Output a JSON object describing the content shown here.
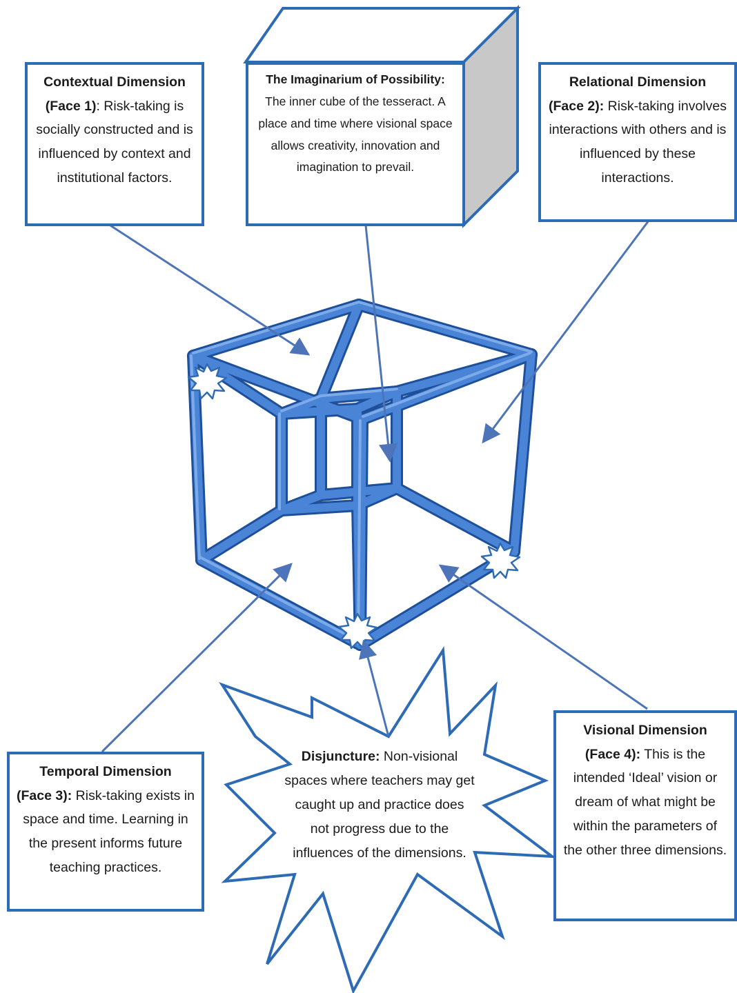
{
  "colors": {
    "box_border": "#2e6bb5",
    "arrow": "#4d74b8",
    "tesseract_light": "#86b1ec",
    "tesseract_mid": "#4a84d6",
    "tesseract_dark": "#1e4f9a",
    "star_outline": "#2e6bb5",
    "cube_side": "#c8c8c8"
  },
  "boxes": {
    "contextual": {
      "title": "Contextual Dimension",
      "face": "(Face 1)",
      "text": ": Risk-taking is socially constructed and is influenced by context and institutional factors."
    },
    "imaginarium": {
      "title": "The Imaginarium of Possibility:",
      "text": " The inner cube of the tesseract. A place and time where visional space allows creativity, innovation and imagination to prevail."
    },
    "relational": {
      "title": "Relational Dimension",
      "face": "(Face 2):",
      "text": "  Risk-taking involves interactions with others and is influenced by these interactions."
    },
    "temporal": {
      "title": "Temporal Dimension",
      "face": "(Face 3):",
      "text": " Risk-taking exists in space and time. Learning in the present informs future teaching practices."
    },
    "visional": {
      "title": "Visional Dimension",
      "face": "(Face 4):",
      "text": "  This is the intended ‘Ideal’ vision or dream of what might be within the parameters of the other three dimensions."
    },
    "disjuncture": {
      "title": "Disjuncture:",
      "text": " Non-visional spaces where teachers may get caught up and practice does not progress due to the influences of the dimensions."
    }
  }
}
